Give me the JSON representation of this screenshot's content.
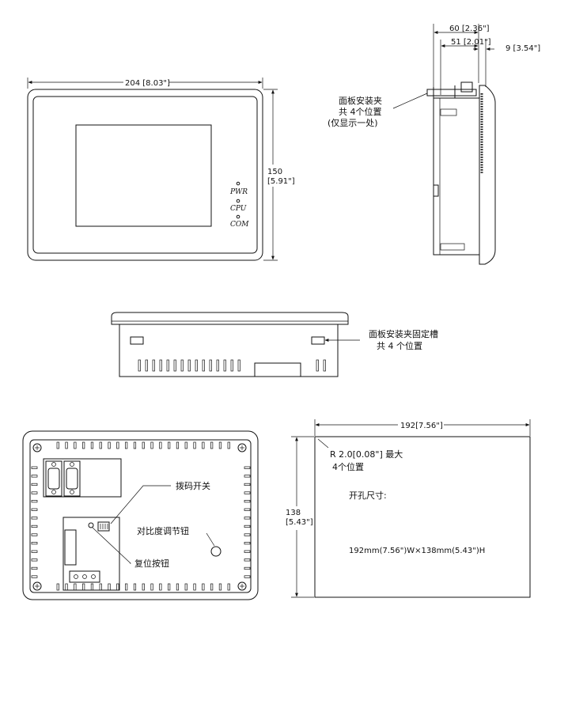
{
  "front_view": {
    "width_dim": "204 [8.03\"]",
    "height_dim_1": "150",
    "height_dim_2": "[5.91\"]",
    "led_pwr": "PWR",
    "led_cpu": "CPU",
    "led_com": "COM"
  },
  "side_view": {
    "dim_60": "60 [2.36\"]",
    "dim_51": "51 [2.01\"]",
    "dim_9": "9 [3.54\"]",
    "clip_note_1": "面板安装夹",
    "clip_note_2": "共 4个位置",
    "clip_note_3": "(仅显示一处)"
  },
  "top_view": {
    "slot_note_1": "面板安装夹固定槽",
    "slot_note_2": "共 4 个位置"
  },
  "rear_view": {
    "dip_switch": "拨码开关",
    "contrast_knob": "对比度调节钮",
    "reset_button": "复位按钮"
  },
  "cutout": {
    "width_dim": "192[7.56\"]",
    "height_dim_1": "138",
    "height_dim_2": "[5.43\"]",
    "radius_note_1": "R 2.0[0.08\"] 最大",
    "radius_note_2": "4个位置",
    "size_label": "开孔尺寸:",
    "size_value": "192mm(7.56\")W×138mm(5.43\")H"
  }
}
